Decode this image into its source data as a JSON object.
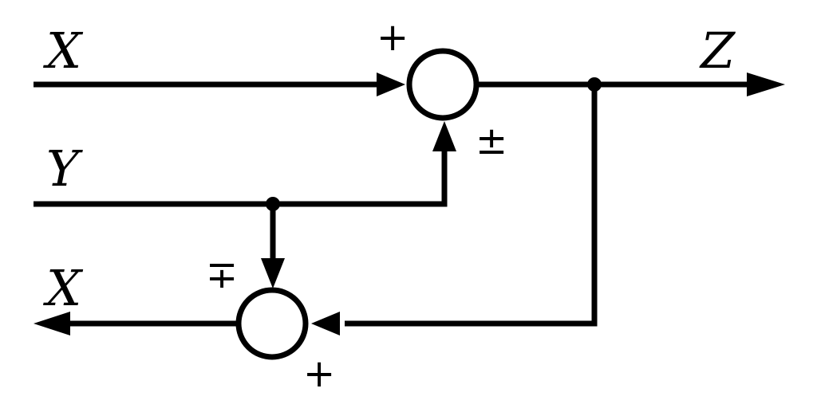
{
  "labels": {
    "input_x": "X",
    "input_y": "Y",
    "output_z": "Z",
    "output_x": "X"
  },
  "signs": {
    "top_sum_plus": "+",
    "top_sum_plus_minus": "±",
    "bottom_sum_minus_plus": "∓",
    "bottom_sum_plus": "+"
  },
  "colors": {
    "ink": "#000000",
    "background": "#ffffff"
  }
}
